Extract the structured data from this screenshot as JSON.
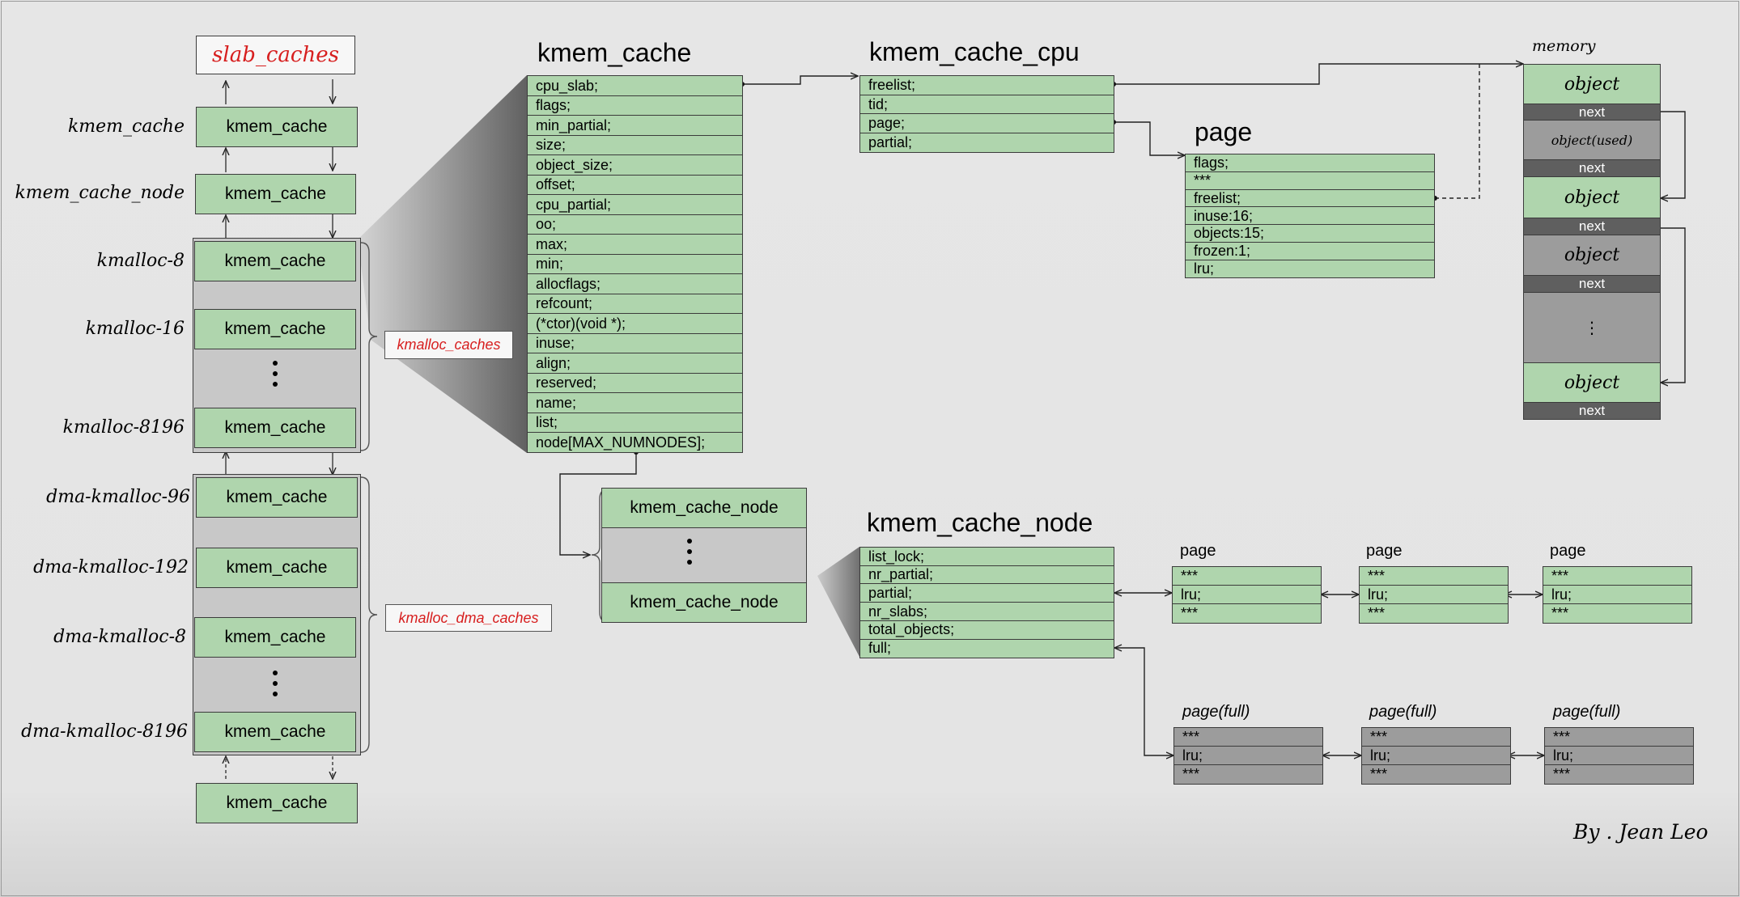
{
  "slab_caches": {
    "title": "slab_caches"
  },
  "kc": {
    "label": "kmem_cache"
  },
  "kcn": {
    "label": "kmem_cache_node"
  },
  "left_labels": {
    "kmem_cache": "kmem_cache",
    "kmem_cache_node": "kmem_cache_node",
    "kmalloc_8": "kmalloc-8",
    "kmalloc_16": "kmalloc-16",
    "kmalloc_8196": "kmalloc-8196",
    "dma_96": "dma-kmalloc-96",
    "dma_192": "dma-kmalloc-192",
    "dma_8": "dma-kmalloc-8",
    "dma_8196": "dma-kmalloc-8196"
  },
  "callouts": {
    "kmalloc": "kmalloc_caches",
    "dma": "kmalloc_dma_caches"
  },
  "kmem_cache_struct": {
    "title": "kmem_cache",
    "fields": [
      "cpu_slab;",
      "flags;",
      "min_partial;",
      "size;",
      "object_size;",
      "offset;",
      "cpu_partial;",
      "oo;",
      "max;",
      "min;",
      "allocflags;",
      "refcount;",
      "(*ctor)(void *);",
      "inuse;",
      "align;",
      "reserved;",
      "name;",
      "list;",
      "node[MAX_NUMNODES];"
    ]
  },
  "kmem_cache_cpu_struct": {
    "title": "kmem_cache_cpu",
    "fields": [
      "freelist;",
      "tid;",
      "page;",
      "partial;"
    ]
  },
  "page_struct": {
    "title": "page",
    "fields": [
      "flags;",
      "***",
      "freelist;",
      "inuse:16;",
      "objects:15;",
      "frozen:1;",
      "lru;"
    ]
  },
  "kmem_cache_node_struct": {
    "title": "kmem_cache_node",
    "fields": [
      "list_lock;",
      "nr_partial;",
      "partial;",
      "nr_slabs;",
      "total_objects;",
      "full;"
    ]
  },
  "partial_pages": {
    "label": "page",
    "rows": [
      "***",
      "lru;",
      "***"
    ]
  },
  "full_pages": {
    "label": "page(full)",
    "rows": [
      "***",
      "lru;",
      "***"
    ]
  },
  "memory": {
    "label": "memory",
    "object": "object",
    "next": "next",
    "object_used": "object(used)",
    "ellipsis": "⋮"
  },
  "signature": "By . Jean Leo",
  "colors": {
    "green": "#afd5ad",
    "light_gray": "#c8c8c8",
    "gray": "#9c9c9c",
    "dark_gray": "#5f5f5f",
    "red": "#d71f1f",
    "border": "#3b3b3b"
  }
}
